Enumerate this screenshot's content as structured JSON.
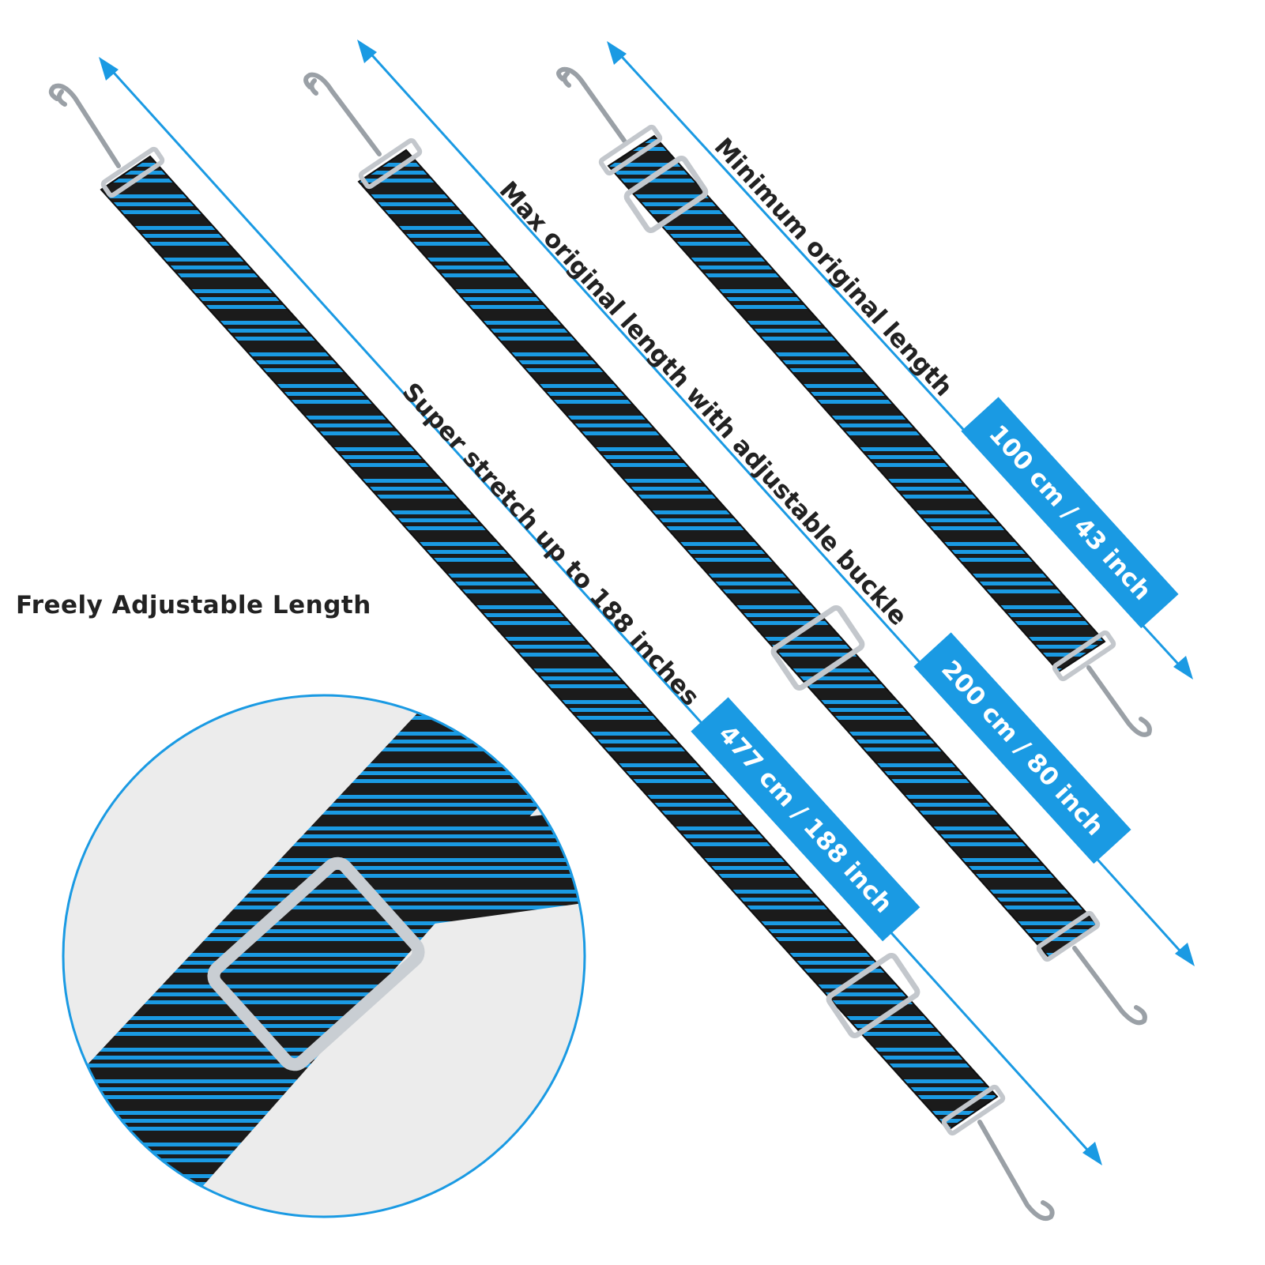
{
  "headline": "Freely Adjustable Length",
  "strap_colors": {
    "accent": "#1a9ae3",
    "base": "#1b1b1b",
    "metal": "#bfc4c9"
  },
  "straps": [
    {
      "id": "stretch",
      "dimension_label": "Super stretch up to 188 inches",
      "badge": "477 cm / 188 inch",
      "arrow": "double-headed"
    },
    {
      "id": "max",
      "dimension_label": "Max original length with adjustable buckle",
      "badge": "200 cm / 80 inch",
      "arrow": "double-headed"
    },
    {
      "id": "min",
      "dimension_label": "Minimum original length",
      "badge": "100 cm / 43 inch",
      "arrow": "double-headed"
    }
  ],
  "detail_inset": {
    "shape": "circle",
    "subject": "buckle-close-up",
    "icon": "buckle-icon"
  }
}
